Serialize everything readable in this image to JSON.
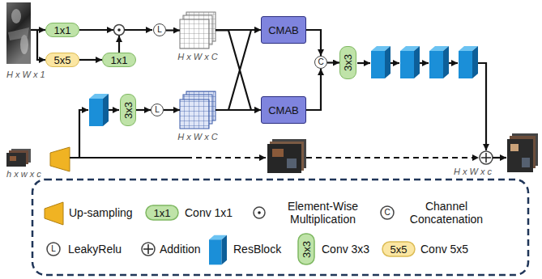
{
  "diagram": {
    "nodes": [
      {
        "text": [
          "H x W x 1"
        ]
      },
      {
        "text": [
          "1x1"
        ]
      },
      {
        "text": [
          "5x5"
        ]
      },
      {
        "text": [
          "1x1"
        ]
      },
      {
        "text": [
          "L"
        ]
      },
      {
        "text": [
          "H x W x C"
        ]
      },
      {
        "text": [
          "CMAB"
        ]
      },
      {
        "text": [
          "CMAB"
        ]
      },
      {
        "text": [
          "C"
        ]
      },
      {
        "text": [
          "3x3"
        ]
      },
      {
        "text": [
          "3x3"
        ]
      },
      {
        "text": [
          "L"
        ]
      },
      {
        "text": [
          "H x W x C"
        ]
      },
      {
        "text": [
          "h x w x c"
        ]
      },
      {
        "text": [
          "H x W x c"
        ]
      }
    ],
    "edges": [
      {
        "from": 0,
        "to": 1,
        "arrow": "to"
      },
      {
        "from": 0,
        "to": 2,
        "arrow": "to"
      },
      {
        "from": 2,
        "to": 3,
        "arrow": "to"
      },
      {
        "from": 4,
        "to": 5,
        "arrow": "to"
      },
      {
        "from": 5,
        "to": 6,
        "arrow": "to"
      },
      {
        "from": 5,
        "to": 7,
        "arrow": "to"
      },
      {
        "from": 12,
        "to": 6,
        "arrow": "to"
      },
      {
        "from": 12,
        "to": 7,
        "arrow": "to"
      },
      {
        "from": 6,
        "to": 8,
        "arrow": "to"
      },
      {
        "from": 7,
        "to": 8,
        "arrow": "to"
      },
      {
        "from": 8,
        "to": 9,
        "arrow": "to"
      },
      {
        "from": 10,
        "to": 11,
        "arrow": "to"
      },
      {
        "from": 11,
        "to": 12,
        "arrow": "to"
      }
    ],
    "labels": [
      "1x1",
      "C",
      "L",
      "3x3",
      "5x5"
    ],
    "legend": [
      {
        "text": "Up-sampling"
      },
      {
        "text": "Conv 1x1"
      },
      {
        "text": "Element-Wise Multiplication"
      },
      {
        "text": "Channel Concatenation"
      },
      {
        "text": "LeakyRelu"
      },
      {
        "text": "Addition"
      },
      {
        "text": "ResBlock"
      },
      {
        "text": "Conv 3x3"
      },
      {
        "text": "Conv 5x5"
      }
    ]
  }
}
